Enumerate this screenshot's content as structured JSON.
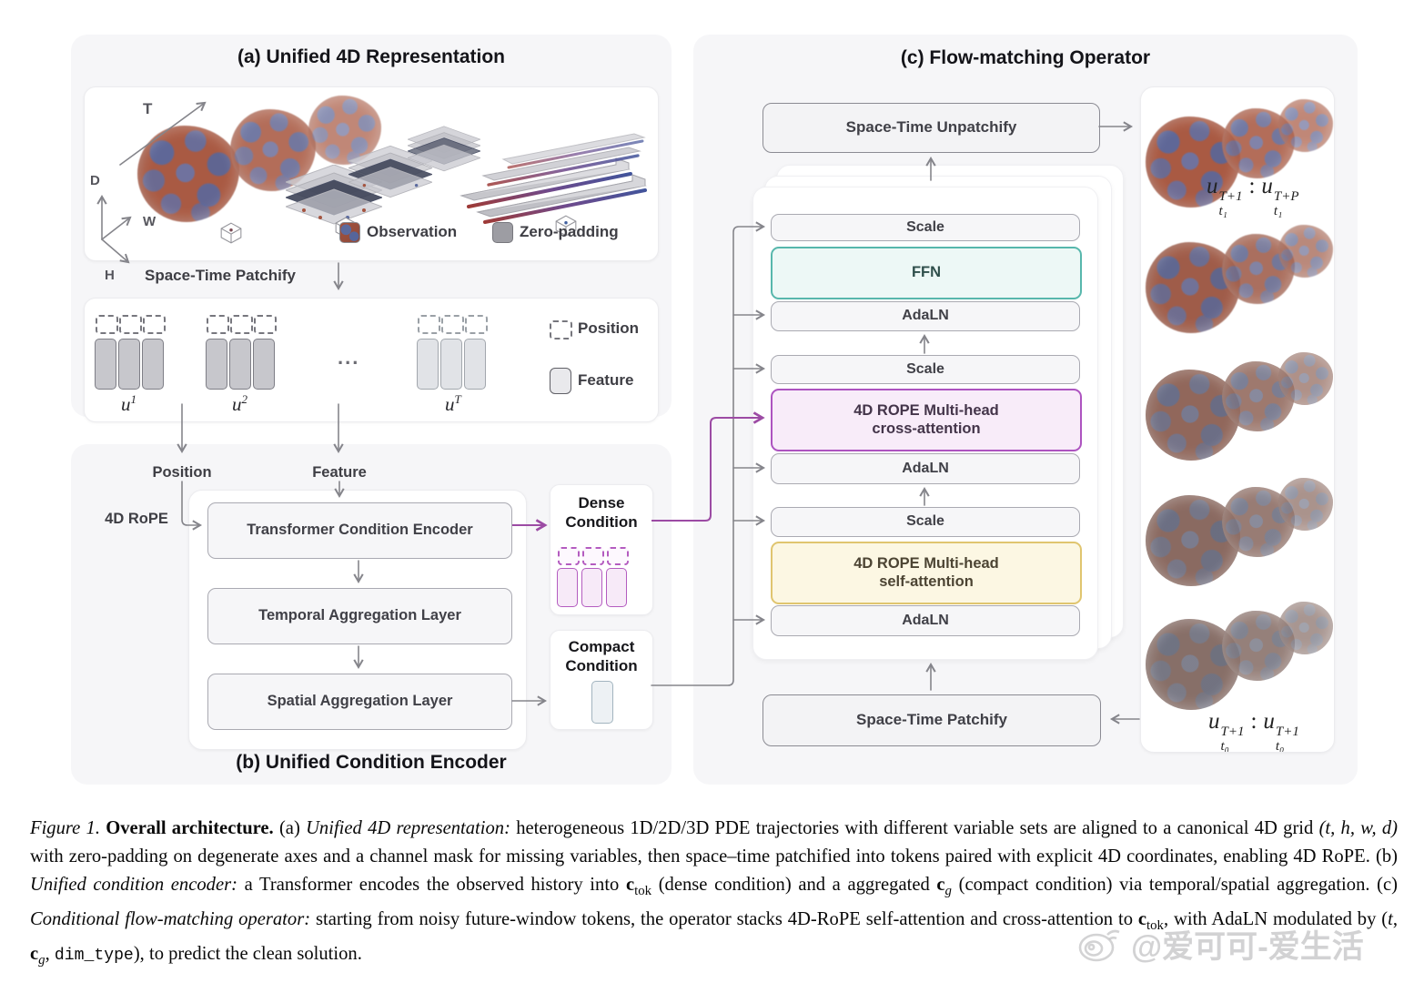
{
  "figure": {
    "panel_a": {
      "title": "(a) Unified 4D Representation",
      "axes": {
        "t": "T",
        "d": "D",
        "w": "W",
        "h": "H"
      },
      "legend": {
        "observation": "Observation",
        "zero_padding": "Zero-padding"
      },
      "patchify_label": "Space-Time Patchify",
      "tokens": {
        "u1_base": "u",
        "u1_sup": "1",
        "u2_base": "u",
        "u2_sup": "2",
        "dots": "...",
        "uT_base": "u",
        "uT_sup": "T",
        "legend_position": "Position",
        "legend_feature": "Feature"
      }
    },
    "panel_b": {
      "title": "(b) Unified Condition Encoder",
      "position_label": "Position",
      "feature_label": "Feature",
      "rope_label": "4D RoPE",
      "encoder_box": "Transformer Condition Encoder",
      "temporal_box": "Temporal Aggregation Layer",
      "spatial_box": "Spatial Aggregation Layer",
      "dense": {
        "line1": "Dense",
        "line2": "Condition"
      },
      "compact": {
        "line1": "Compact",
        "line2": "Condition"
      }
    },
    "panel_c": {
      "title": "(c) Flow-matching Operator",
      "unpatchify_box": "Space-Time Unpatchify",
      "patchify_box": "Space-Time Patchify",
      "blocks": [
        {
          "label": "Scale"
        },
        {
          "label": "FFN"
        },
        {
          "label": "AdaLN"
        },
        {
          "label": "Scale"
        },
        {
          "line1": "4D ROPE Multi-head",
          "line2": "cross-attention"
        },
        {
          "label": "AdaLN"
        },
        {
          "label": "Scale"
        },
        {
          "line1": "4D ROPE Multi-head",
          "line2": "self-attention"
        },
        {
          "label": "AdaLN"
        }
      ],
      "output_label": {
        "b1": "u",
        "sup1": "T+1",
        "sub1": "t₁",
        "colon": ":",
        "b2": "u",
        "sup2": "T+P",
        "sub2": "t₁"
      },
      "input_label": {
        "b1": "u",
        "sup1": "T+1",
        "sub1": "t₀",
        "colon": ":",
        "b2": "u",
        "sup2": "T+1",
        "sub2": "t₀"
      }
    },
    "caption": {
      "fig": "Figure 1.",
      "title": "Overall architecture.",
      "a_tag": "(a)",
      "a_head": "Unified 4D representation:",
      "a_t1": "heterogeneous 1D/2D/3D PDE trajectories with different variable sets are aligned to a canonical 4D grid",
      "grid_math": "(t, h, w, d)",
      "a_t2": "with zero-padding on degenerate axes and a channel mask for missing variables, then space–time patchified into tokens paired with explicit 4D coordinates, enabling 4D RoPE.",
      "b_tag": "(b)",
      "b_head": "Unified condition encoder:",
      "b_t1": "a Transformer encodes the observed history into",
      "c_tok_base": "c",
      "c_tok_sub": "tok",
      "b_t2": "(dense condition) and a aggregated",
      "c_g_base": "c",
      "c_g_sub": "g",
      "b_t3": "(compact condition) via temporal/spatial aggregation.",
      "c_tag": "(c)",
      "c_head": "Conditional flow-matching operator:",
      "c_t1": "starting from noisy future-window tokens, the operator stacks 4D-RoPE self-attention and cross-attention to",
      "c_tok2_base": "c",
      "c_tok2_sub": "tok",
      "c_t2": ", with AdaLN modulated by (",
      "mod_t": "t",
      "sep1": ", ",
      "c_g2_base": "c",
      "c_g2_sub": "g",
      "sep2": ", ",
      "mod_dim": "dim_type",
      "c_t3": "), to predict the clean solution."
    },
    "watermark": {
      "text": "@爱可可-爱生活"
    },
    "colors": {
      "panel_bg": "#f6f6f8",
      "arrow_gray": "#85858b",
      "accent_purple": "#9c4ba4",
      "token_purple": "#b45cc0",
      "ffn_teal": "#57b7ac",
      "cross_purple": "#ad53c0",
      "self_yellow": "#e0c56f",
      "observation_red": "#a4523e",
      "observation_blue": "#5b6a9e",
      "zero_padding_gray": "#9d9da3"
    }
  }
}
